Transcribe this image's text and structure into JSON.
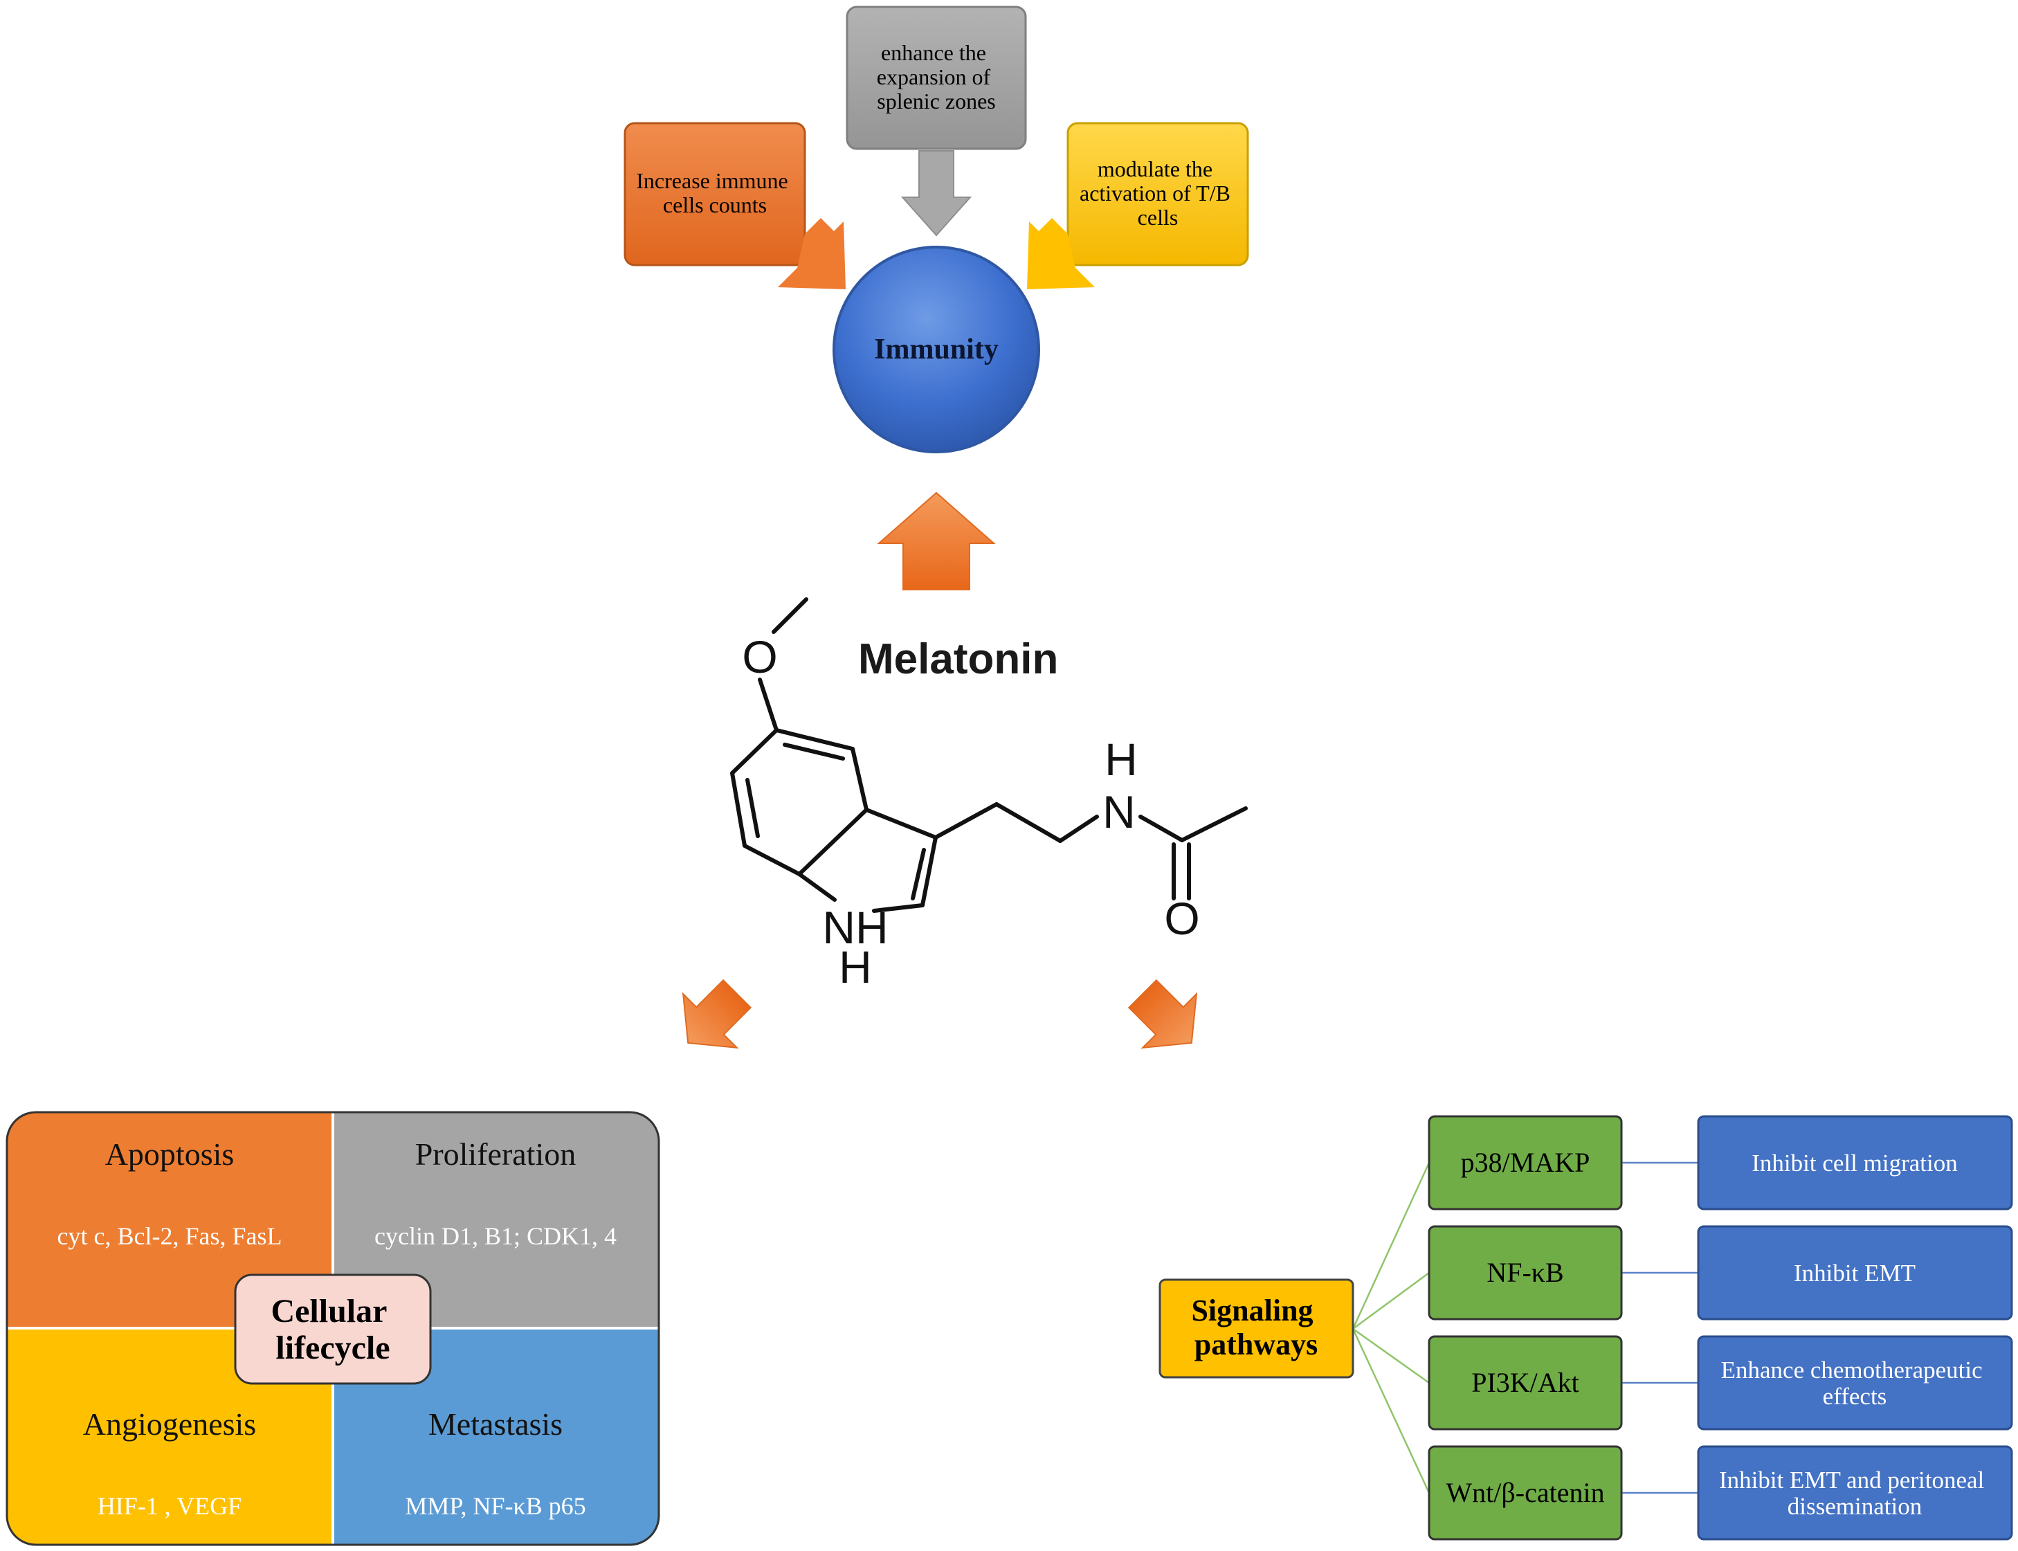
{
  "immunity": {
    "center_label": "Immunity",
    "top_box": [
      "enhance the",
      "expansion of",
      "splenic zones"
    ],
    "left_box": [
      "Increase immune",
      "cells counts"
    ],
    "right_box": [
      "modulate the",
      "activation of T/B",
      "cells"
    ]
  },
  "molecule": {
    "title": "Melatonin",
    "atoms": {
      "o_methoxy": "O",
      "n_amide": "N",
      "h_amide": "H",
      "o_carbonyl": "O",
      "n_ring": "NH",
      "h_ring": "H"
    }
  },
  "cellular": {
    "center_label": [
      "Cellular",
      "lifecycle"
    ],
    "quadrants": [
      {
        "title": "Apoptosis",
        "detail": "cyt c, Bcl-2, Fas, FasL",
        "color": "#ED7D31"
      },
      {
        "title": "Proliferation",
        "detail": "cyclin D1, B1;  CDK1, 4",
        "color": "#A5A5A5"
      },
      {
        "title": "Angiogenesis",
        "detail": "HIF-1 , VEGF",
        "color": "#FFC000"
      },
      {
        "title": "Metastasis",
        "detail": "MMP, NF-κB p65",
        "color": "#5B9BD5"
      }
    ]
  },
  "signaling": {
    "hub_label": [
      "Signaling",
      "pathways"
    ],
    "pathways": [
      "p38/MAKP",
      "NF-κB",
      "PI3K/Akt",
      "Wnt/β-catenin"
    ],
    "effects": [
      [
        "Inhibit cell migration"
      ],
      [
        "Inhibit EMT"
      ],
      [
        "Enhance chemotherapeutic",
        "effects"
      ],
      [
        "Inhibit EMT and peritoneal",
        "dissemination"
      ]
    ]
  },
  "colors": {
    "orange": "#ED7D31",
    "gray": "#A5A5A5",
    "yellow": "#FFC000",
    "blue": "#4472C4",
    "green": "#70AD47",
    "pink": "#F8D7D0"
  }
}
